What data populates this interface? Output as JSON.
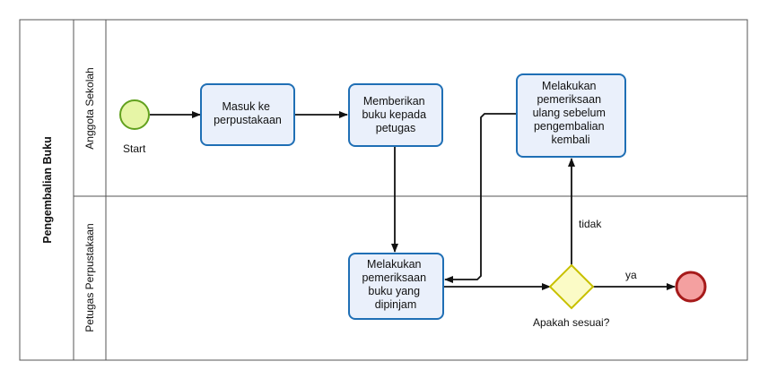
{
  "pool": {
    "title": "Pengembalian Buku"
  },
  "lanes": [
    {
      "id": "anggota",
      "title": "Anggota Sekolah"
    },
    {
      "id": "petugas",
      "title": "Petugas Perpustakaan"
    }
  ],
  "events": {
    "start": {
      "label": "Start",
      "fill": "#e6f5a6",
      "stroke": "#62a11f"
    },
    "end": {
      "label": "",
      "fill": "#f4a0a0",
      "stroke": "#a61a1a"
    }
  },
  "tasks": [
    {
      "id": "masuk",
      "lines": [
        "Masuk ke",
        "perpustakaan"
      ]
    },
    {
      "id": "memberikan",
      "lines": [
        "Memberikan",
        "buku kepada",
        "petugas"
      ]
    },
    {
      "id": "memeriksa-ulang",
      "lines": [
        "Melakukan",
        "pemeriksaan",
        "ulang sebelum",
        "pengembalian",
        "kembali"
      ]
    },
    {
      "id": "memeriksa",
      "lines": [
        "Melakukan",
        "pemeriksaan",
        "buku yang",
        "dipinjam"
      ]
    }
  ],
  "gateway": {
    "label": "Apakah sesuai?",
    "fill": "#fbfbc6",
    "stroke": "#c8c000"
  },
  "flows": {
    "no_label": "tidak",
    "yes_label": "ya"
  },
  "colors": {
    "task_fill": "#eaf0fb",
    "task_stroke": "#1f6fb5",
    "line": "#111111",
    "border": "#555555"
  }
}
